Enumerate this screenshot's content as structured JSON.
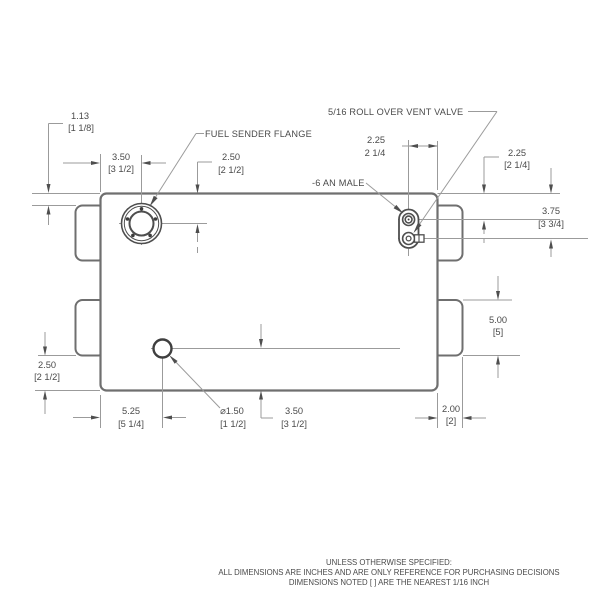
{
  "drawing": {
    "labels": {
      "fuel_sender_flange": "FUEL SENDER FLANGE",
      "vent_valve": "5/16 ROLL OVER VENT VALVE",
      "an_male": "-6 AN MALE"
    },
    "dims": {
      "tab_top_offset": {
        "dec": "1.13",
        "frac": "[1 1/8]"
      },
      "flange_from_left": {
        "dec": "3.50",
        "frac": "[3 1/2]"
      },
      "flange_from_top": {
        "dec": "2.50",
        "frac": "[2 1/2]"
      },
      "vent_from_right": {
        "dec": "2.25",
        "frac": "2 1/4"
      },
      "vent_top_from_top": {
        "dec": "2.25",
        "frac": "[2 1/4]"
      },
      "vent_bot_from_top": {
        "dec": "3.75",
        "frac": "[3 3/4]"
      },
      "tab_height": {
        "dec": "5.00",
        "frac": "[5]"
      },
      "tab_bottom_offset": {
        "dec": "2.50",
        "frac": "[2 1/2]"
      },
      "drain_from_left": {
        "dec": "5.25",
        "frac": "[5 1/4]"
      },
      "drain_diameter": {
        "dec": "⌀1.50",
        "frac": "[1 1/2]"
      },
      "drain_from_bottom": {
        "dec": "3.50",
        "frac": "[3 1/2]"
      },
      "tab_width": {
        "dec": "2.00",
        "frac": "[2]"
      }
    },
    "notes": {
      "line1": "UNLESS OTHERWISE SPECIFIED:",
      "line2": "ALL DIMENSIONS ARE INCHES AND ARE ONLY REFERENCE FOR PURCHASING DECISIONS",
      "line3": "DIMENSIONS NOTED [ ] ARE THE NEAREST 1/16 INCH"
    },
    "colors": {
      "background": "#ffffff",
      "object_line": "#6f6f6f",
      "dim_line": "#9b9b9b",
      "detail_line": "#4e4e4e",
      "text": "#4a4a4a"
    }
  }
}
